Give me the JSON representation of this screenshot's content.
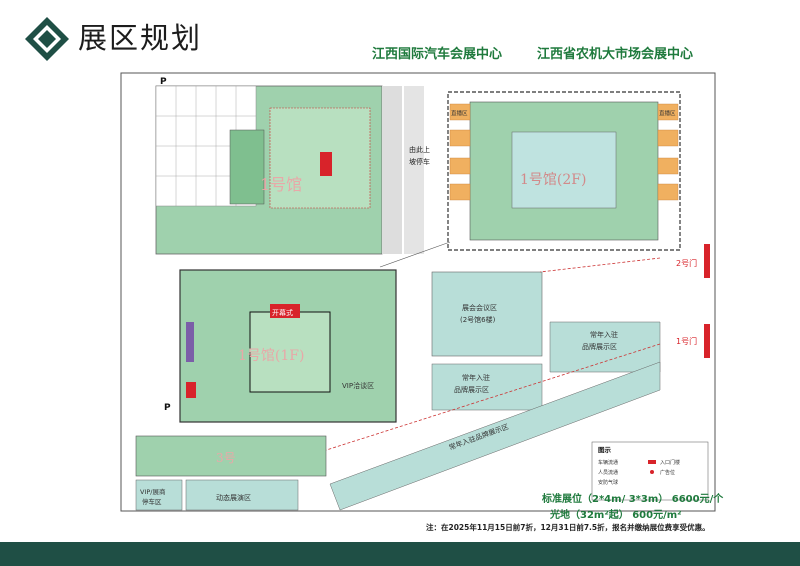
{
  "header": {
    "title": "展区规划",
    "venue_1": "江西国际汽车会展中心",
    "venue_2": "江西省农机大市场会展中心"
  },
  "map": {
    "hall_1": "1号馆(2F)",
    "hall_1_small": "1号馆",
    "hall_1f": "1号馆(1F)",
    "hall_3": "3号",
    "direct_area": "直播区",
    "conference": [
      "展会会议区",
      "(2号馆6楼)"
    ],
    "perm_brand_1": [
      "常年入驻",
      "品牌展示区"
    ],
    "perm_brand_2": [
      "常年入驻",
      "品牌展示区"
    ],
    "perm_brand_strip": "常年入驻品牌展示区",
    "gate_1": "1号门",
    "gate_2": "2号门",
    "opening": "开幕式",
    "vip_area": "VIP洽谈区",
    "vip_parking": [
      "VIP/展商",
      "停车区"
    ],
    "dynamic_area": "动态展演区",
    "east_parking": [
      "由此上",
      "坡停车"
    ],
    "parking_letter": "P",
    "legend": {
      "title": "图示",
      "items": [
        "车辆流通",
        "人员流通",
        "安防气球",
        "入口门楼",
        "广告位"
      ]
    }
  },
  "pricing": {
    "standard": "标准展位（2*4m/ 3*3m）   6600元/个",
    "raw": "光地（32m²起）             600元/m²"
  },
  "note": "注：在2025年11月15日前7折，12月31日前7.5折，报名并缴纳展位费享受优惠。",
  "colors": {
    "brand": "#1f4f45",
    "green_text": "#1f7a3d",
    "hall_green": "#8cc9a0",
    "teal_area": "#b8ded8",
    "gate_red": "#d8232a"
  }
}
